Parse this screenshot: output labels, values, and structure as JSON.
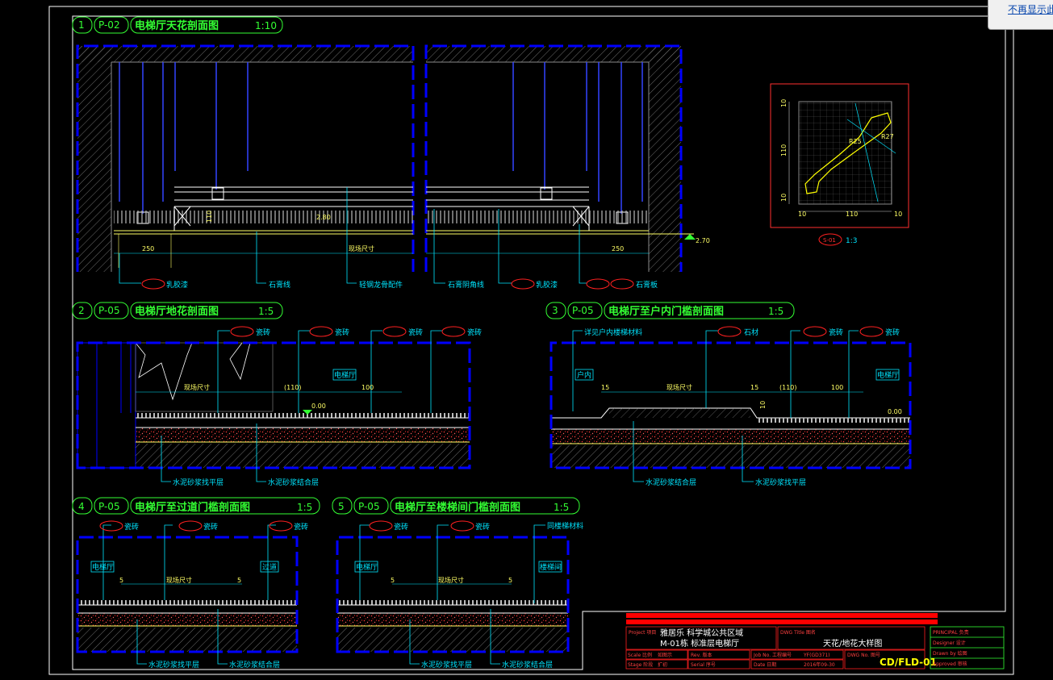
{
  "popup": {
    "label": "不再显示此"
  },
  "sections": [
    {
      "num": "1",
      "ref": "P-02",
      "title": "电梯厅天花剖面图",
      "scale": "1:10"
    },
    {
      "num": "2",
      "ref": "P-05",
      "title": "电梯厅地花剖面图",
      "scale": "1:5"
    },
    {
      "num": "3",
      "ref": "P-05",
      "title": "电梯厅至户内门槛剖面图",
      "scale": "1:5"
    },
    {
      "num": "4",
      "ref": "P-05",
      "title": "电梯厅至过道门槛剖面图",
      "scale": "1:5"
    },
    {
      "num": "5",
      "ref": "P-05",
      "title": "电梯厅至楼梯间门槛剖面图",
      "scale": "1:5"
    }
  ],
  "s1": {
    "dims": [
      "2.80",
      "2.70",
      "250",
      "250",
      "110",
      "现场尺寸"
    ],
    "labels": [
      "乳胶漆",
      "石膏线",
      "轻钢龙骨配件",
      "石膏阴角线",
      "乳胶漆",
      "石膏板"
    ]
  },
  "detail": {
    "ref": "S-01",
    "scale": "1:3",
    "dims": [
      "10",
      "110",
      "10",
      "10",
      "110",
      "10",
      "R25",
      "R27"
    ]
  },
  "s2": {
    "labels": [
      "瓷砖",
      "瓷砖",
      "瓷砖",
      "瓷砖",
      "电梯厅",
      "水泥砂浆找平层",
      "水泥砂浆结合层"
    ],
    "dims": [
      "现场尺寸",
      "(110)",
      "100",
      "0.00"
    ]
  },
  "s3": {
    "labels": [
      "详见户内楼梯材料",
      "石材",
      "瓷砖",
      "瓷砖",
      "户内",
      "电梯厅",
      "水泥砂浆结合层",
      "水泥砂浆找平层"
    ],
    "dims": [
      "15",
      "现场尺寸",
      "15",
      "(110)",
      "100",
      "0.00",
      "10"
    ]
  },
  "s4": {
    "labels": [
      "瓷砖",
      "瓷砖",
      "瓷砖",
      "电梯厅",
      "过道",
      "水泥砂浆找平层",
      "水泥砂浆结合层"
    ],
    "dims": [
      "5",
      "现场尺寸",
      "5"
    ]
  },
  "s5": {
    "labels": [
      "瓷砖",
      "瓷砖",
      "同楼梯材料",
      "电梯厅",
      "楼梯间",
      "水泥砂浆找平层",
      "水泥砂浆结合层"
    ],
    "dims": [
      "5",
      "现场尺寸",
      "5"
    ]
  },
  "title_block": {
    "project_label": "Project 项目",
    "project_line1": "雅居乐 科学城公共区域",
    "project_line2": "M-01栋 标准层电梯厅",
    "dwg_title_label": "DWG Title 图名",
    "dwg_title": "天花/地花大样图",
    "scale_label": "Scale 比例",
    "scale_value": "如图示",
    "rev_label": "Rev. 版本",
    "job_label": "Job No. 工程编号",
    "job_value": "YF(GD371)",
    "stage_label": "Stage 阶段",
    "stage_value": "扩初",
    "serial_label": "Serial 序号",
    "date_label": "Date 日期",
    "date_value": "2016年09-30",
    "dwg_no_label": "DWG No. 图号",
    "dwg_no": "CD/FLD-01",
    "principal_label": "PRINCIPAL 负责",
    "designer_label": "Designer 设计",
    "drawn_label": "Drawn by 绘图",
    "approved_label": "Approved 审核"
  },
  "colors": {
    "frame": "#ffffff",
    "wall": "#0000ff",
    "leader": "#00e5ff",
    "header": "#33ff33",
    "dim": "#ffff66",
    "tag": "#ff2020",
    "finish": "#ffffff"
  }
}
